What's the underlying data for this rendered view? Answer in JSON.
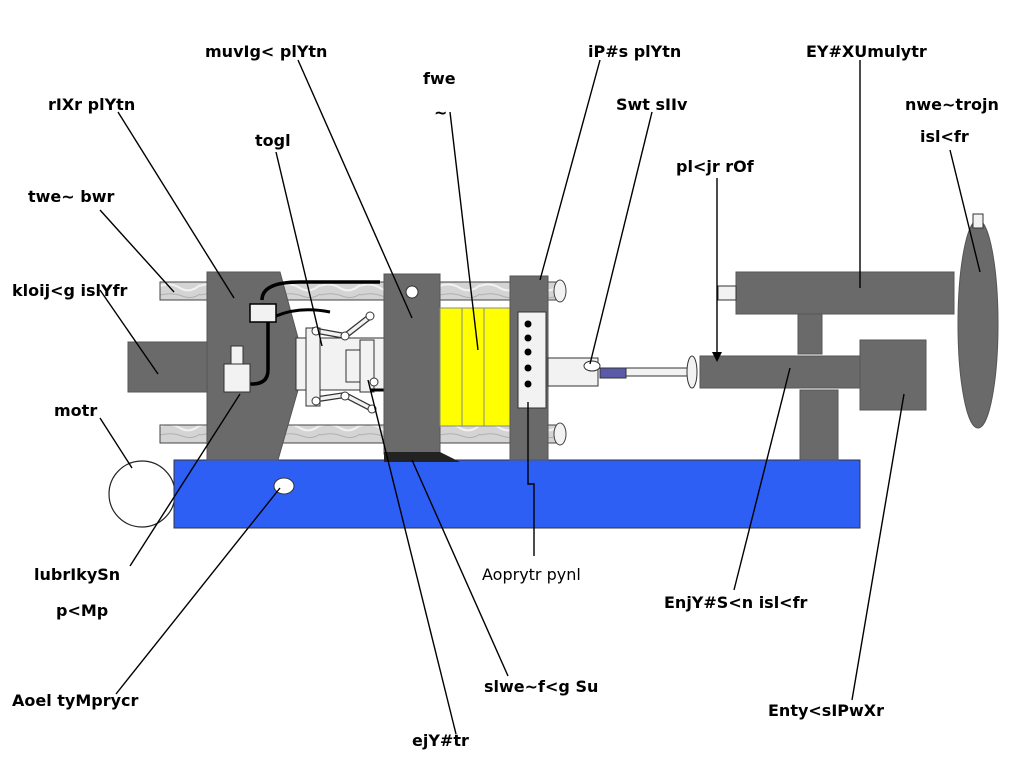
{
  "labels": {
    "moving_platen": "muvIg< plYtn",
    "fixed_platen": "iP#s plYtn",
    "injection_motor": "EY#XUmulytr",
    "rear_platen": "rIXr plYtn",
    "mould_line1": "fwe",
    "mould_line2": "~",
    "shot_sleeve": "Swt sIIv",
    "hopper_line1": "nwe~trojn",
    "hopper_line2": "isl<fr",
    "toggle": "togl",
    "plunger_rod": "pl<jr rOf",
    "tie_bar": "twe~ bwr",
    "clamping_cylinder": "kloij<g islYfr",
    "motor": "motr",
    "lubrication_pump_line1": "lubrIkySn",
    "lubrication_pump_line2": "p<Mp",
    "oil_reservoir": "Aoel tyMprycr",
    "ejector": "ejY#tr",
    "sliding_support": "slwe~f<g Su",
    "operator_panel": "Aoprytr pynl",
    "injection_cylinder": "EnjY#S<n isl<fr",
    "accumulator": "Enty<sIPwXr"
  },
  "colors": {
    "base": "#2d5ff5",
    "mould": "#ffff00",
    "dark_gray": "#6a6a6a",
    "medium_gray": "#757575",
    "tie_bar": "#c9c9c9",
    "light_gray": "#f2f2f2",
    "nozzle": "#5a5aa8"
  }
}
